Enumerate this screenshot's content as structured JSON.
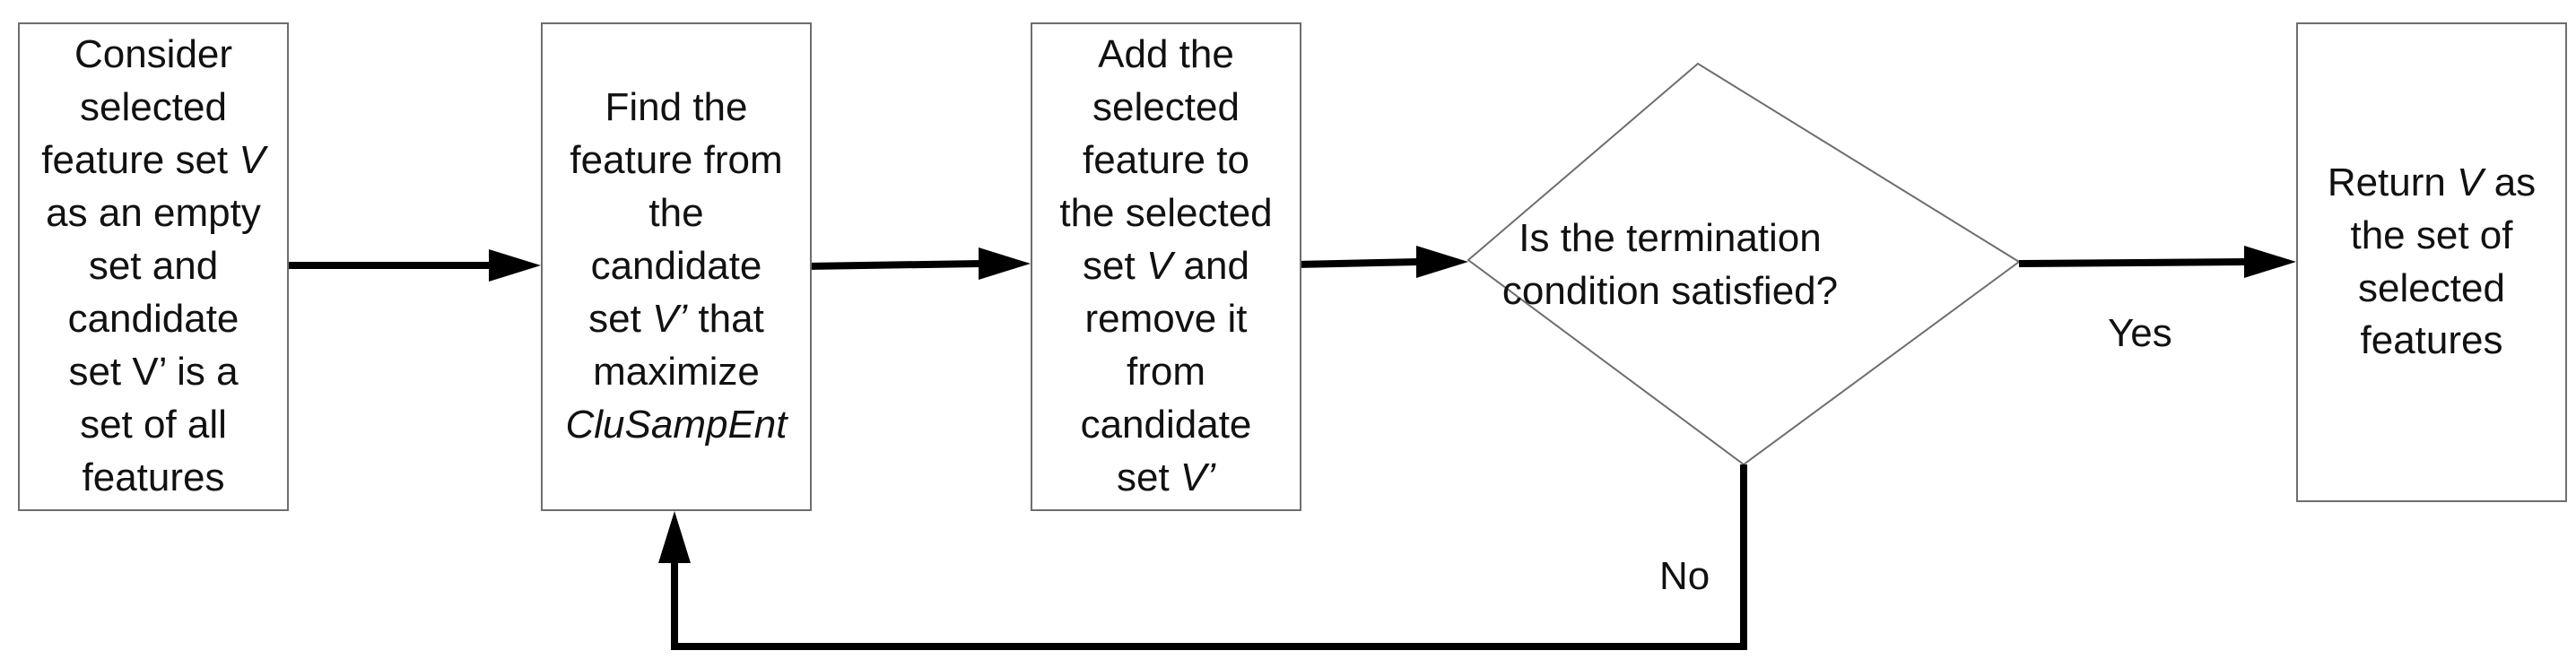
{
  "diagram": {
    "nodes": {
      "init": {
        "lines": [
          {
            "text": "Consider"
          },
          {
            "text": "selected"
          },
          {
            "pre": "feature set ",
            "em": "V"
          },
          {
            "text": "as an empty"
          },
          {
            "text": "set and"
          },
          {
            "text": "candidate"
          },
          {
            "text": "set V’ is a"
          },
          {
            "text": "set of all"
          },
          {
            "text": "features"
          }
        ]
      },
      "find": {
        "lines": [
          {
            "text": "Find the"
          },
          {
            "text": "feature from"
          },
          {
            "text": "the"
          },
          {
            "text": "candidate"
          },
          {
            "pre": "set ",
            "em": "V’",
            "post": " that"
          },
          {
            "text": "maximize"
          },
          {
            "em": "CluSampEnt"
          }
        ]
      },
      "add": {
        "lines": [
          {
            "text": "Add the"
          },
          {
            "text": "selected"
          },
          {
            "text": "feature to"
          },
          {
            "text": "the selected"
          },
          {
            "pre": "set ",
            "em": "V",
            "post": " and"
          },
          {
            "text": "remove it"
          },
          {
            "text": "from"
          },
          {
            "text": "candidate"
          },
          {
            "pre": "set ",
            "em": "V’"
          }
        ]
      },
      "decision": {
        "lines": [
          {
            "text": "Is the termination"
          },
          {
            "text": "condition satisfied?"
          }
        ]
      },
      "return": {
        "lines": [
          {
            "pre": "Return ",
            "em": "V",
            "post": " as"
          },
          {
            "text": "the set of"
          },
          {
            "text": "selected"
          },
          {
            "text": "features"
          }
        ]
      }
    },
    "edge_labels": {
      "yes": "Yes",
      "no": "No"
    },
    "colors": {
      "box_border": "#6e6e6e",
      "arrow": "#000000",
      "text": "#111111"
    }
  }
}
